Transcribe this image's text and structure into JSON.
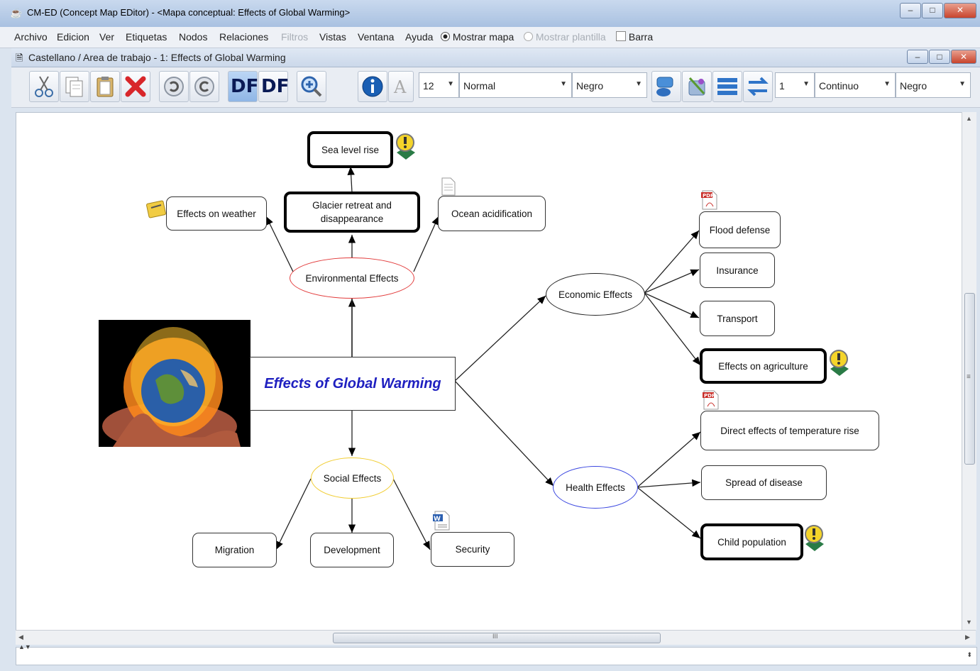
{
  "window": {
    "title": "CM-ED (Concept Map EDitor) - <Mapa conceptual: Effects of Global Warming>",
    "minimize": "–",
    "maximize": "□",
    "close": "✕"
  },
  "menu": {
    "items": [
      "Archivo",
      "Edicion",
      "Ver",
      "Etiquetas",
      "Nodos",
      "Relaciones",
      "Filtros",
      "Vistas",
      "Ventana",
      "Ayuda"
    ],
    "disabled": [
      "Filtros"
    ],
    "show_map_label": "Mostrar mapa",
    "show_template_label": "Mostrar plantilla",
    "bar_label": "Barra"
  },
  "inner_frame": {
    "title": "Castellano / Area de trabajo - 1: Effects of Global Warming"
  },
  "toolbar": {
    "font_size": "12",
    "font_style": "Normal",
    "font_color": "Negro",
    "line_width": "1",
    "line_style": "Continuo",
    "line_color": "Negro",
    "df_label_1": "DF",
    "df_label_2": "DF",
    "icons": [
      "cut-icon",
      "copy-icon",
      "paste-icon",
      "delete-icon",
      "undo-icon",
      "redo-icon",
      "df-icon",
      "df-outline-icon",
      "zoom-icon",
      "info-icon",
      "font-icon",
      "node-shape-icon",
      "node-style-icon",
      "align-icon",
      "swap-icon"
    ]
  },
  "map": {
    "center": "Effects of Global Warming",
    "environmental": "Environmental Effects",
    "effects_on_weather": "Effects on weather",
    "glacier": "Glacier retreat and disappearance",
    "sea_level": "Sea level rise",
    "ocean": "Ocean acidification",
    "economic": "Economic Effects",
    "flood": "Flood defense",
    "insurance": "Insurance",
    "transport": "Transport",
    "agriculture": "Effects on agriculture",
    "health": "Health Effects",
    "direct_temp": "Direct effects of temperature rise",
    "disease": "Spread of disease",
    "child": "Child population",
    "social": "Social Effects",
    "migration": "Migration",
    "development": "Development",
    "security": "Security",
    "badge_pdf": "PDF",
    "badge_word": "W",
    "badge_note": "note",
    "colors": {
      "environmental_border": "#e23b3b",
      "social_border": "#f1cd32",
      "health_border": "#3b47e0",
      "economic_border": "#222222",
      "center_text": "#1f20c0"
    }
  },
  "scroll": {
    "hscroll_grip": "III",
    "vscroll_grip": "≡"
  }
}
